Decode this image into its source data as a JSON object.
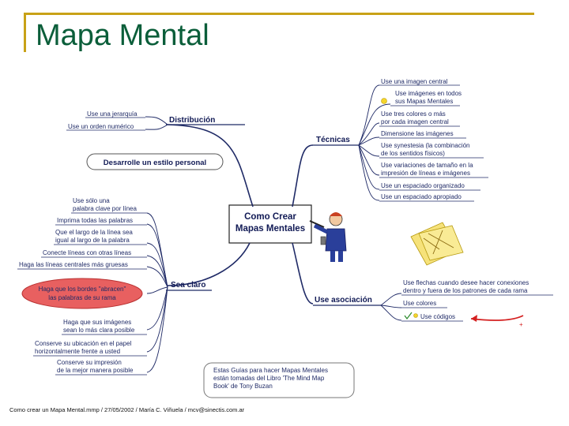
{
  "title": "Mapa Mental",
  "center": {
    "line1": "Como Crear",
    "line2": "Mapas Mentales"
  },
  "branches": {
    "distribucion": {
      "label": "Distribución",
      "items": [
        "Use una jerarquía",
        "Use un orden numérico"
      ]
    },
    "tecnicas": {
      "label": "Técnicas",
      "items": [
        {
          "lines": [
            "Use una imagen central"
          ]
        },
        {
          "lines": [
            "Use imágenes en todos",
            "sus Mapas Mentales"
          ]
        },
        {
          "lines": [
            "Use tres colores o más",
            "por cada imagen central"
          ]
        },
        {
          "lines": [
            "Dimensione las imágenes"
          ]
        },
        {
          "lines": [
            "Use synestesia (la combinación",
            "de los sentidos físicos)"
          ]
        },
        {
          "lines": [
            "Use variaciones de tamaño en la",
            "impresión de líneas e imágenes"
          ]
        },
        {
          "lines": [
            "Use un espaciado organizado"
          ]
        },
        {
          "lines": [
            "Use un espaciado apropiado"
          ]
        }
      ]
    },
    "estilo": {
      "label": "Desarrolle un estilo personal"
    },
    "sea_claro": {
      "label": "Sea claro",
      "items": [
        {
          "lines": [
            "Use sólo una",
            "palabra clave por línea"
          ]
        },
        {
          "lines": [
            "Imprima todas las palabras"
          ]
        },
        {
          "lines": [
            "Que el largo de la línea sea",
            "igual al largo de la palabra"
          ]
        },
        {
          "lines": [
            "Conecte líneas con otras líneas"
          ]
        },
        {
          "lines": [
            "Haga las líneas centrales más gruesas"
          ]
        },
        {
          "lines": [
            "Haga que los bordes \"abracen\"",
            "las palabras de su rama"
          ]
        },
        {
          "lines": [
            "Haga que sus imágenes",
            "sean lo más clara posible"
          ]
        },
        {
          "lines": [
            "Conserve su ubicación en el papel",
            "horizontalmente frente a usted"
          ]
        },
        {
          "lines": [
            "Conserve su impresión",
            "de la mejor manera posible"
          ]
        }
      ]
    },
    "asociacion": {
      "label": "Use asociación",
      "items": [
        {
          "lines": [
            "Use flechas cuando desee hacer conexiones",
            "dentro y fuera de los patrones de cada rama"
          ]
        },
        {
          "lines": [
            "Use colores"
          ]
        },
        {
          "lines": [
            "Use códigos"
          ]
        }
      ]
    }
  },
  "note": {
    "lines": [
      "Estas Guías para hacer Mapas Mentales",
      "están tomadas del Libro 'The Mind Map",
      "Book' de Tony Buzan"
    ]
  },
  "footer": "Como crear un Mapa Mental.mmp / 27/05/2002 / María C. Viñuela / mcv@sinectis.com.ar",
  "colors": {
    "title": "#0b5e3a",
    "frame": "#c8a217",
    "branch": "#1f2a66",
    "highlight": "#e86060",
    "arrow": "#d42020"
  }
}
